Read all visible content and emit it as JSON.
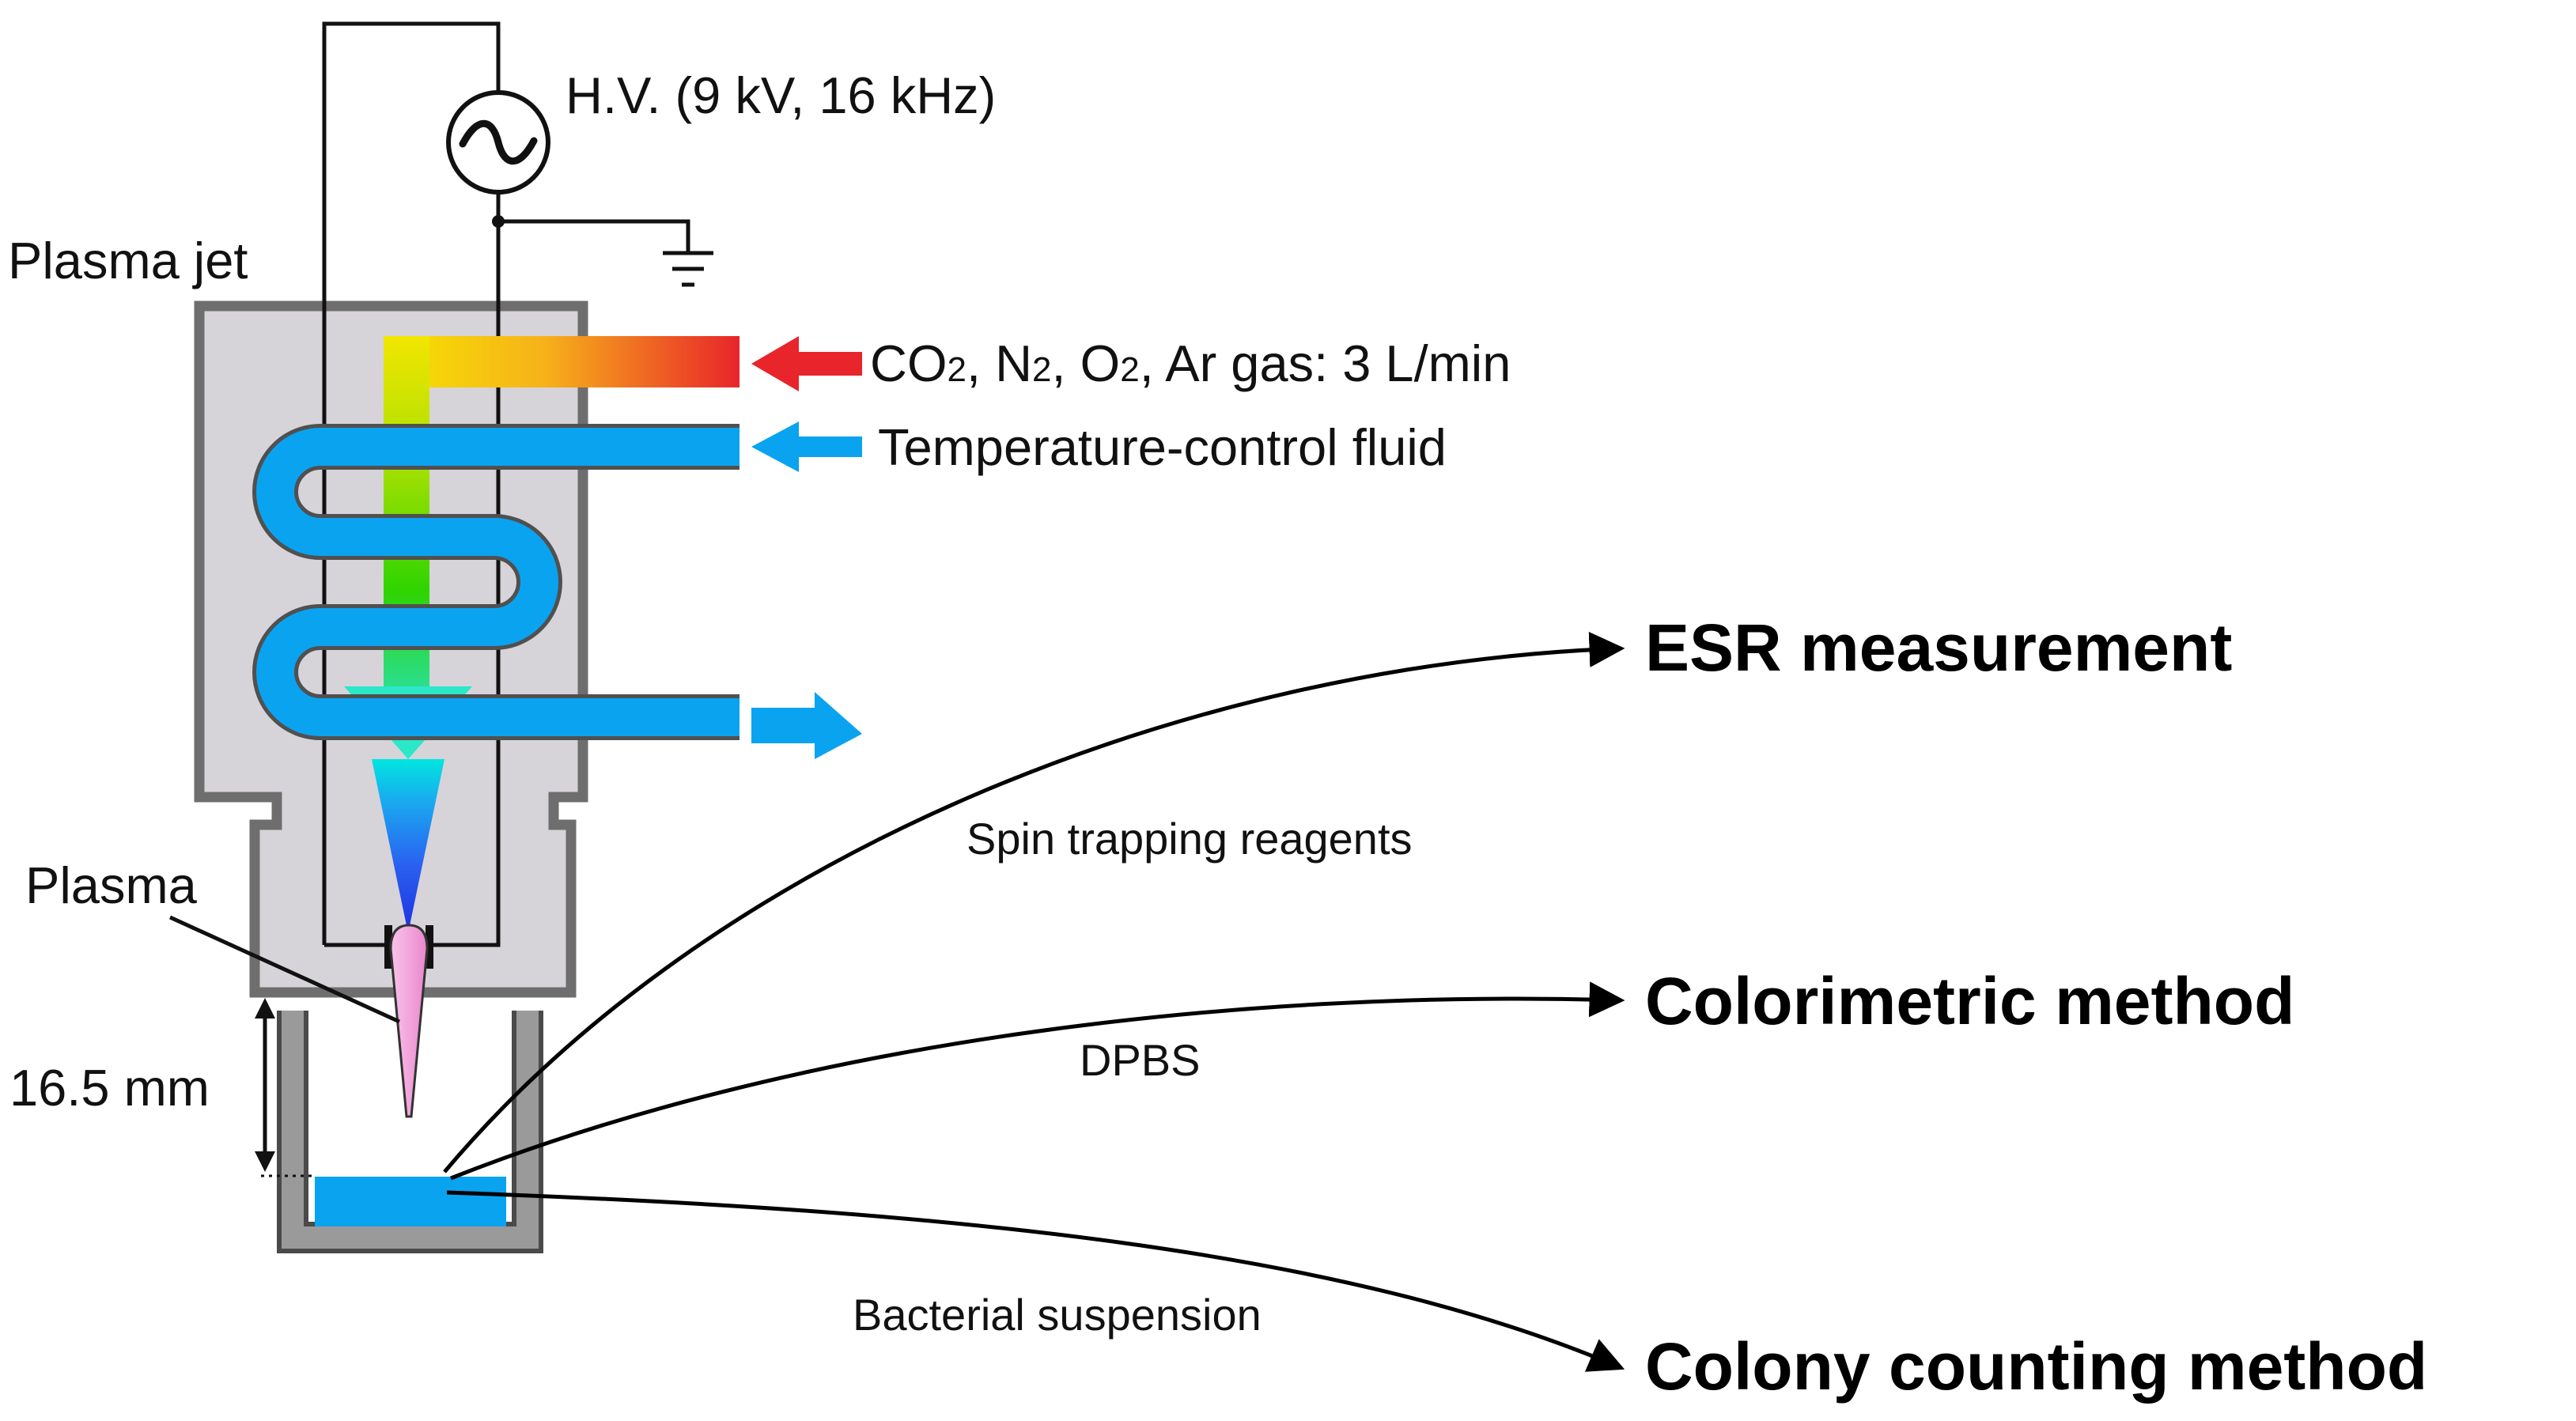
{
  "labels": {
    "hv": "H.V. (9 kV, 16 kHz)",
    "plasma_jet": "Plasma jet",
    "gas_prefix": "CO",
    "gas_sub1": "2",
    "gas_mid1": ", N",
    "gas_sub2": "2",
    "gas_mid2": ", O",
    "gas_sub3": "2",
    "gas_suffix": ", Ar gas: 3 L/min",
    "temp_fluid": "Temperature-control fluid",
    "plasma": "Plasma",
    "distance": "16.5 mm",
    "spin": "Spin trapping reagents",
    "dpbs": "DPBS",
    "bacterial": "Bacterial suspension",
    "esr": "ESR measurement",
    "colorimetric": "Colorimetric method",
    "colony": "Colony counting method"
  },
  "colors": {
    "fluid_blue": "#0AA3F0",
    "gas_red": "#E8252A",
    "gas_yellow": "#F5E400",
    "gas_green": "#2FD400",
    "jet_body": "#D6D4D8",
    "jet_border": "#6E6E6E",
    "plasma_pink": "#F2A6DC",
    "cone_blue": "#1E2FE0"
  },
  "icons": {
    "power_source": "ac-source-icon",
    "ground": "ground-icon"
  }
}
